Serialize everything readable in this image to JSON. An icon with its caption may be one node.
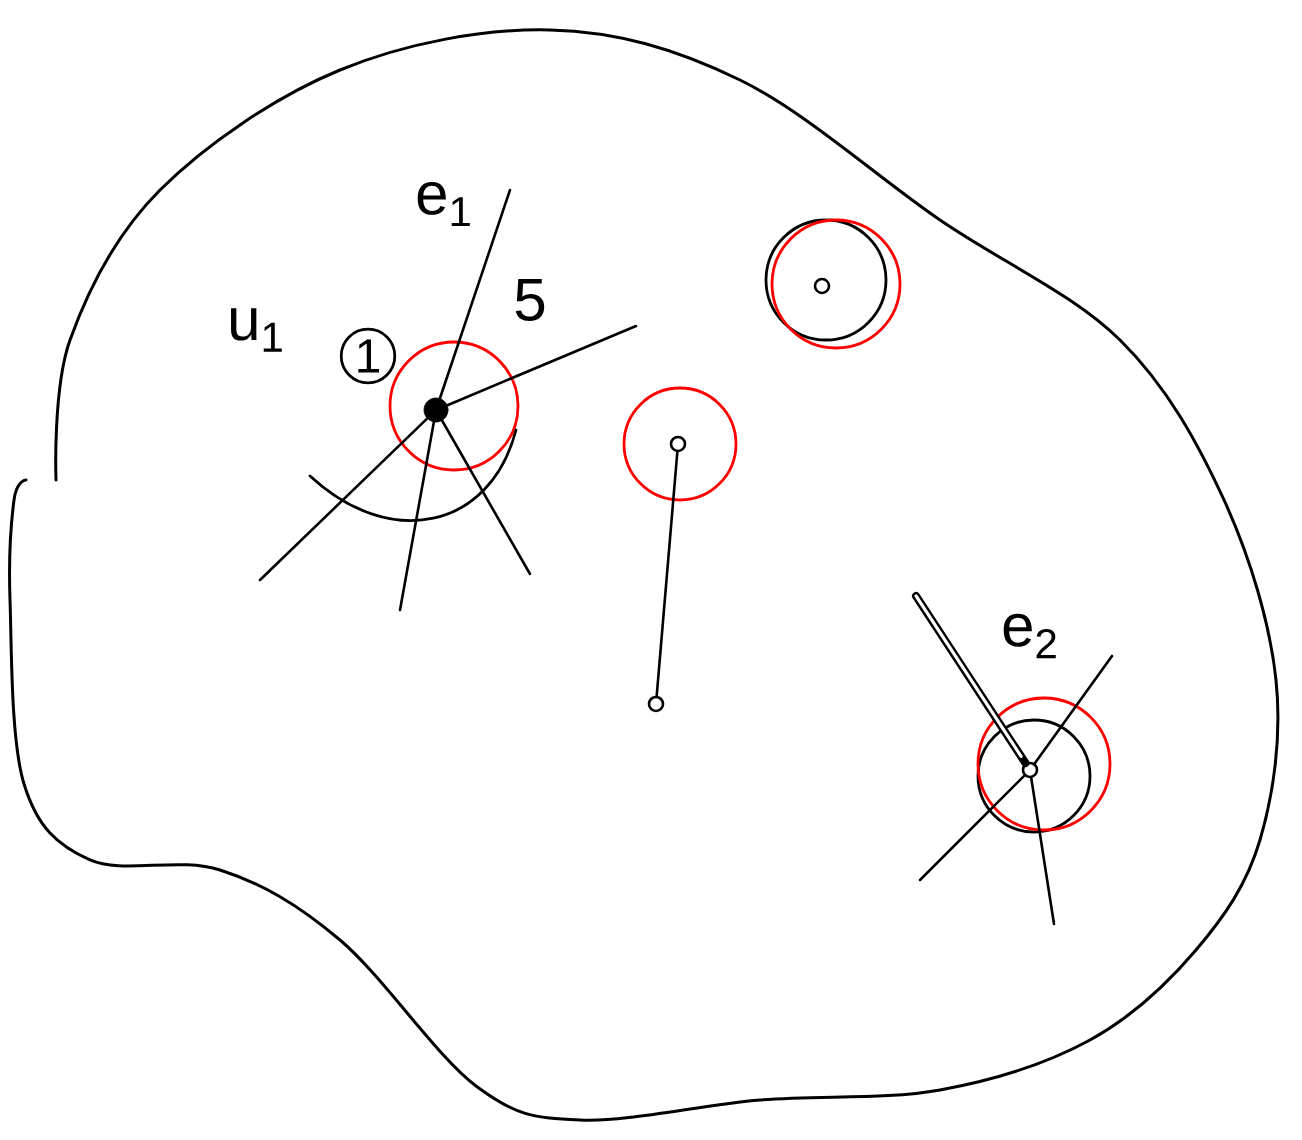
{
  "diagram": {
    "nodes": [
      {
        "text": [],
        "shape": "circle"
      },
      {
        "text": [],
        "shape": "circle"
      },
      {
        "text": [],
        "shape": "circle"
      },
      {
        "text": [],
        "shape": "circle"
      },
      {
        "text": [],
        "shape": "circle"
      },
      {
        "text": [
          "1"
        ]
      }
    ],
    "edges": [
      {
        "from": 0,
        "to": null,
        "arrow": "none"
      },
      {
        "from": 0,
        "to": null,
        "arrow": "none"
      },
      {
        "from": 0,
        "to": null,
        "arrow": "none"
      },
      {
        "from": 0,
        "to": null,
        "arrow": "none"
      },
      {
        "from": 0,
        "to": null,
        "arrow": "none"
      },
      {
        "from": 2,
        "to": 3,
        "arrow": "none"
      },
      {
        "from": 4,
        "to": null,
        "arrow": "none",
        "style": "thick"
      },
      {
        "from": 4,
        "to": null,
        "arrow": "none"
      },
      {
        "from": 4,
        "to": null,
        "arrow": "none"
      },
      {
        "from": 4,
        "to": null,
        "arrow": "none"
      }
    ],
    "labels": [
      "e$_{1}$",
      "u$_{1}$",
      "5",
      "e$_{2}$"
    ]
  }
}
